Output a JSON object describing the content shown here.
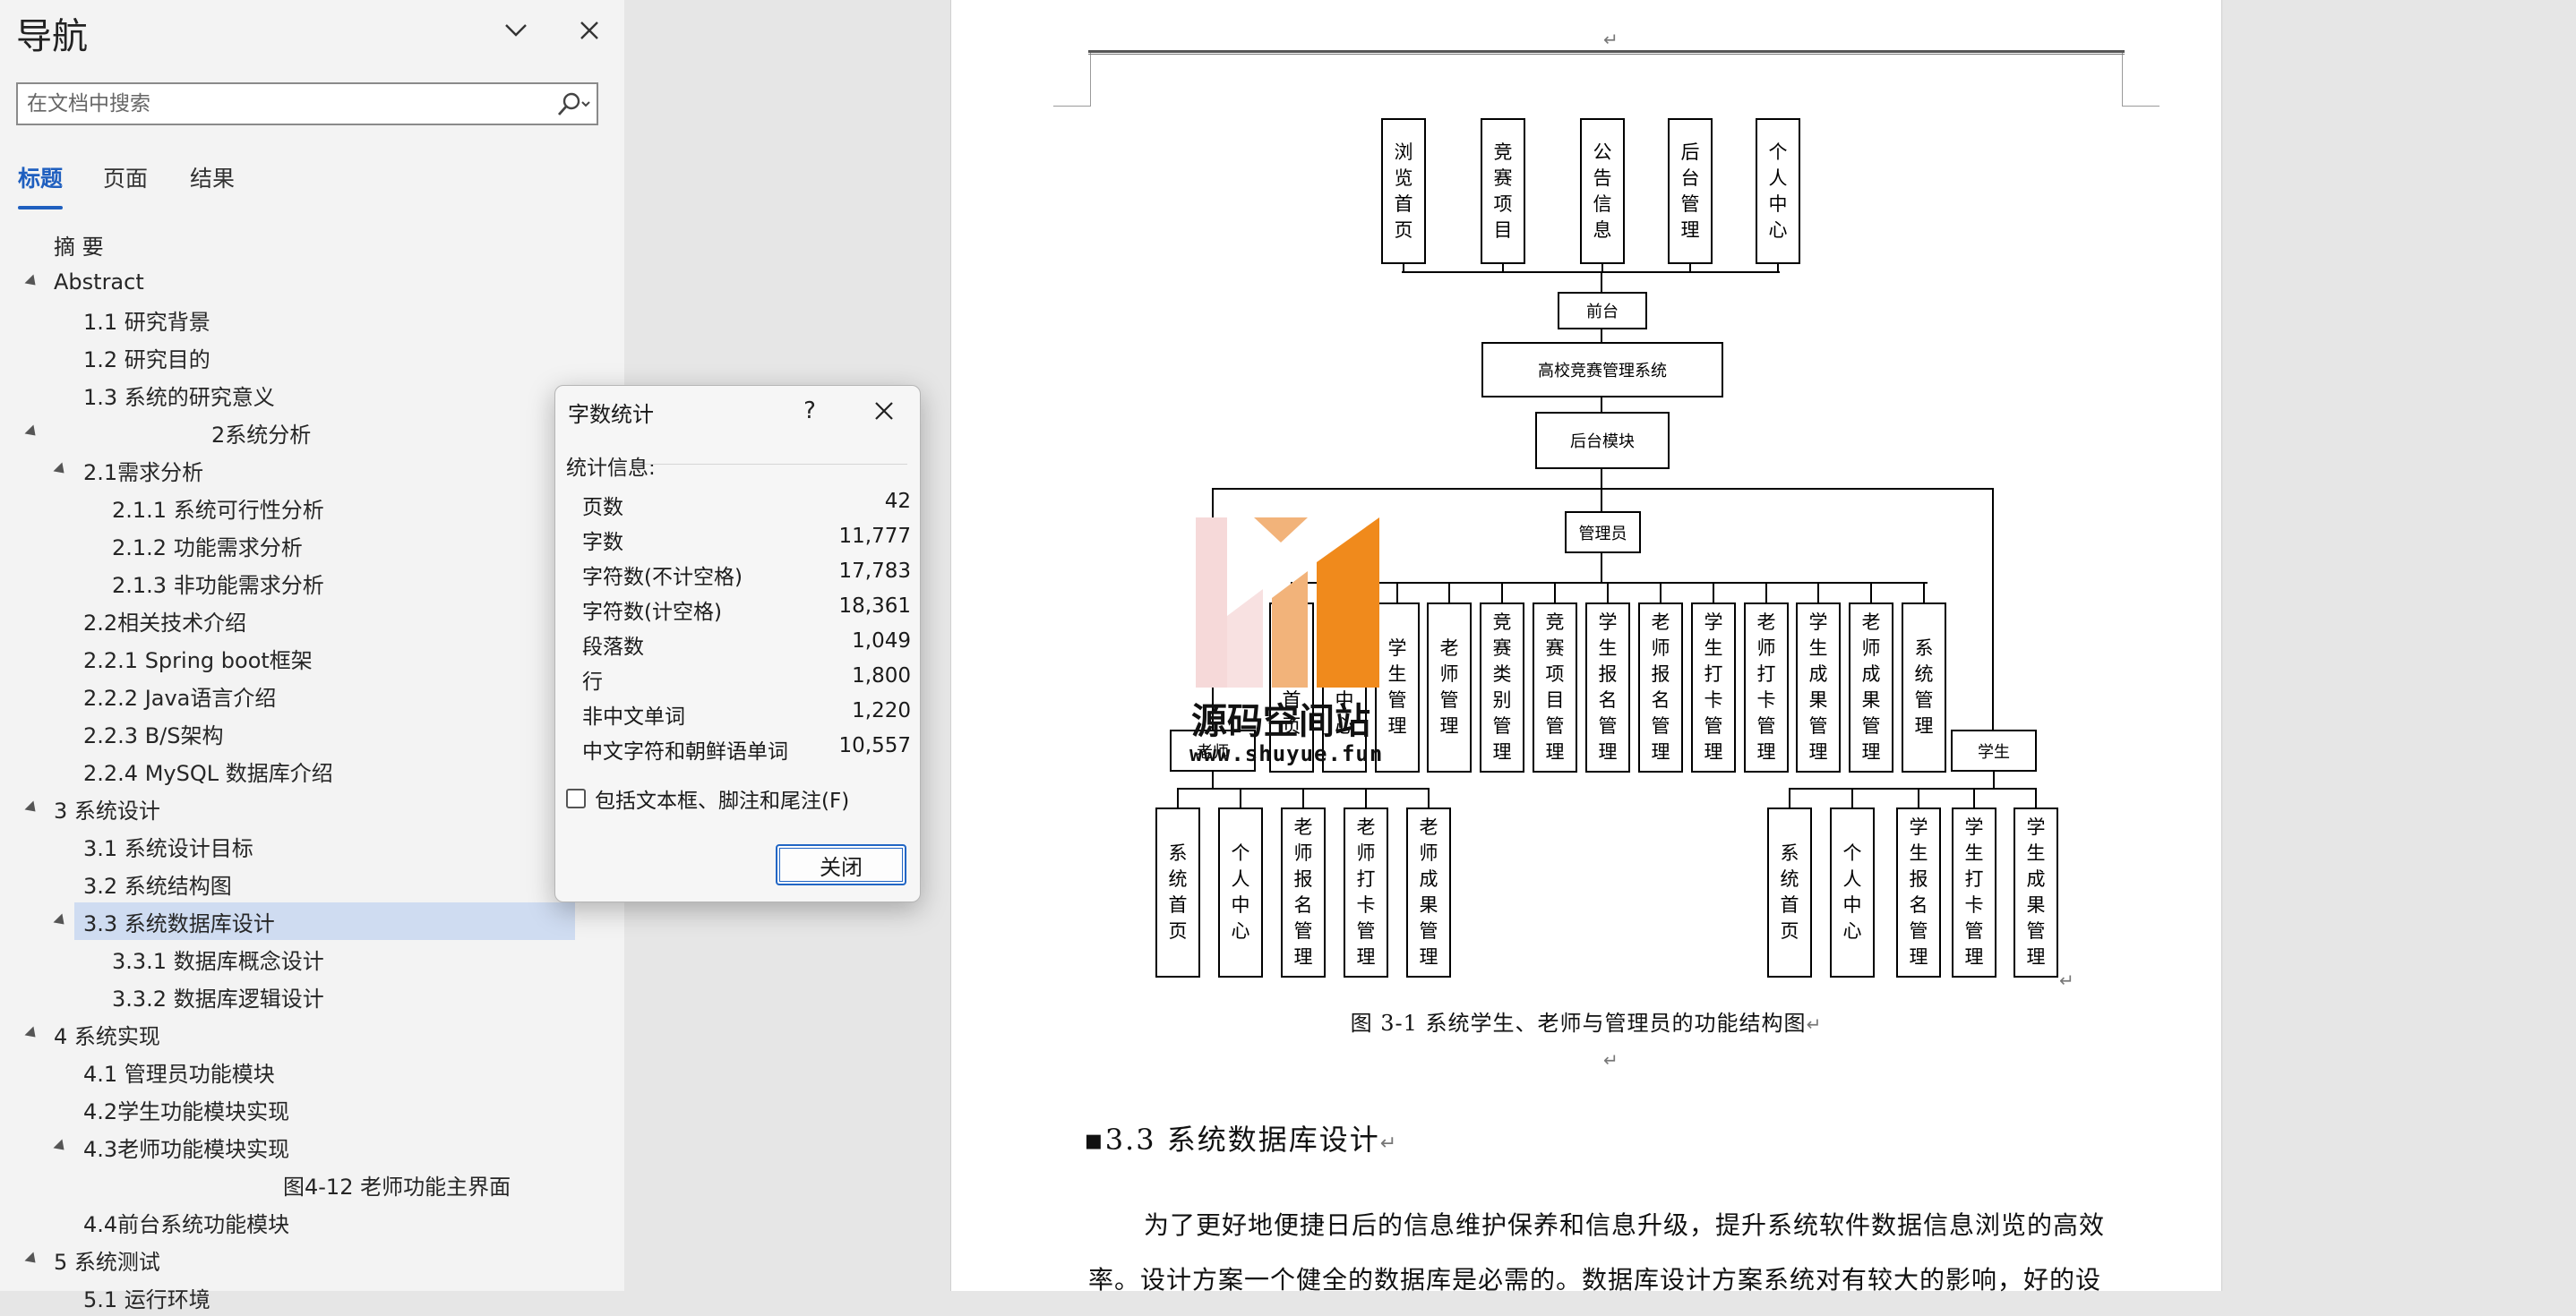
{
  "navigation": {
    "title": "导航",
    "search": {
      "placeholder": "在文档中搜索"
    },
    "tabs": [
      {
        "label": "标题",
        "active": true
      },
      {
        "label": "页面",
        "active": false
      },
      {
        "label": "结果",
        "active": false
      }
    ],
    "outline": [
      {
        "label": "摘  要",
        "level": 1,
        "arrow": false
      },
      {
        "label": "Abstract",
        "level": 1,
        "arrow": true
      },
      {
        "label": "1.1 研究背景",
        "level": 2,
        "arrow": false
      },
      {
        "label": "1.2 研究目的",
        "level": 2,
        "arrow": false
      },
      {
        "label": "1.3 系统的研究意义",
        "level": 2,
        "arrow": false
      },
      {
        "label": "2系统分析",
        "level": 5,
        "arrow": true
      },
      {
        "label": "2.1需求分析",
        "level": 2,
        "arrow": true
      },
      {
        "label": "2.1.1 系统可行性分析",
        "level": 3,
        "arrow": false
      },
      {
        "label": "2.1.2 功能需求分析",
        "level": 3,
        "arrow": false
      },
      {
        "label": "2.1.3 非功能需求分析",
        "level": 3,
        "arrow": false
      },
      {
        "label": "2.2相关技术介绍",
        "level": 2,
        "arrow": false
      },
      {
        "label": "2.2.1 Spring boot框架",
        "level": 2,
        "arrow": false
      },
      {
        "label": "2.2.2 Java语言介绍",
        "level": 2,
        "arrow": false
      },
      {
        "label": "2.2.3 B/S架构",
        "level": 2,
        "arrow": false
      },
      {
        "label": "2.2.4 MySQL 数据库介绍",
        "level": 2,
        "arrow": false
      },
      {
        "label": "3 系统设计",
        "level": 1,
        "arrow": true
      },
      {
        "label": "3.1 系统设计目标",
        "level": 2,
        "arrow": false
      },
      {
        "label": "3.2 系统结构图",
        "level": 2,
        "arrow": false
      },
      {
        "label": "3.3 系统数据库设计",
        "level": 2,
        "arrow": true,
        "selected": true
      },
      {
        "label": "3.3.1 数据库概念设计",
        "level": 3,
        "arrow": false
      },
      {
        "label": "3.3.2 数据库逻辑设计",
        "level": 3,
        "arrow": false
      },
      {
        "label": "4 系统实现",
        "level": 1,
        "arrow": true
      },
      {
        "label": "4.1  管理员功能模块",
        "level": 2,
        "arrow": false
      },
      {
        "label": "4.2学生功能模块实现",
        "level": 2,
        "arrow": false
      },
      {
        "label": "4.3老师功能模块实现",
        "level": 2,
        "arrow": true
      },
      {
        "label": "图4-12 老师功能主界面",
        "level": 6,
        "arrow": false
      },
      {
        "label": "4.4前台系统功能模块",
        "level": 2,
        "arrow": false
      },
      {
        "label": "5 系统测试",
        "level": 1,
        "arrow": true
      },
      {
        "label": "5.1 运行环境",
        "level": 2,
        "arrow": false
      }
    ]
  },
  "dialog": {
    "title": "字数统计",
    "help": "?",
    "stats_heading": "统计信息:",
    "stats": [
      {
        "label": "页数",
        "value": "42"
      },
      {
        "label": "字数",
        "value": "11,777"
      },
      {
        "label": "字符数(不计空格)",
        "value": "17,783"
      },
      {
        "label": "字符数(计空格)",
        "value": "18,361"
      },
      {
        "label": "段落数",
        "value": "1,049"
      },
      {
        "label": "行",
        "value": "1,800"
      },
      {
        "label": "非中文单词",
        "value": "1,220"
      },
      {
        "label": "中文字符和朝鲜语单词",
        "value": "10,557"
      }
    ],
    "include_label": "包括文本框、脚注和尾注(F)",
    "include_checked": false,
    "close_label": "关闭"
  },
  "document": {
    "diagram": {
      "top_items": [
        "浏览首页",
        "竞赛项目",
        "公告信息",
        "后台管理",
        "个人中心"
      ],
      "frontend": "前台",
      "system": "高校竞赛管理系统",
      "backend": "后台模块",
      "admin": "管理员",
      "admin_items": [
        "系统首页",
        "个人中心",
        "学生管理",
        "老师管理",
        "竞赛类别管理",
        "竞赛项目管理",
        "学生报名管理",
        "老师报名管理",
        "学生打卡管理",
        "老师打卡管理",
        "学生成果管理",
        "老师成果管理",
        "系统管理"
      ],
      "teacher": "老师",
      "teacher_items": [
        "系统首页",
        "个人中心",
        "老师报名管理",
        "老师打卡管理",
        "老师成果管理"
      ],
      "student": "学生",
      "student_items": [
        "系统首页",
        "个人中心",
        "学生报名管理",
        "学生打卡管理",
        "学生成果管理"
      ]
    },
    "figure_caption": "图 3-1  系统学生、老师与管理员的功能结构图",
    "section_heading": "3.3  系统数据库设计",
    "body": "为了更好地便捷日后的信息维护保养和信息升级，提升系统软件数据信息浏览的高效率。设计方案一个健全的数据库是必需的。数据库设计方案系统对有较大的影响，好的设"
  },
  "watermark": {
    "title": "源码空间站",
    "url": "www.shuyue.fun",
    "colors": [
      "#f08a1c",
      "#f2b37a",
      "#f6d9d9"
    ]
  },
  "colors": {
    "accent": "#1f5fbf",
    "selected_bg": "#cfdcf1",
    "pane_bg": "#f3f3f3"
  }
}
